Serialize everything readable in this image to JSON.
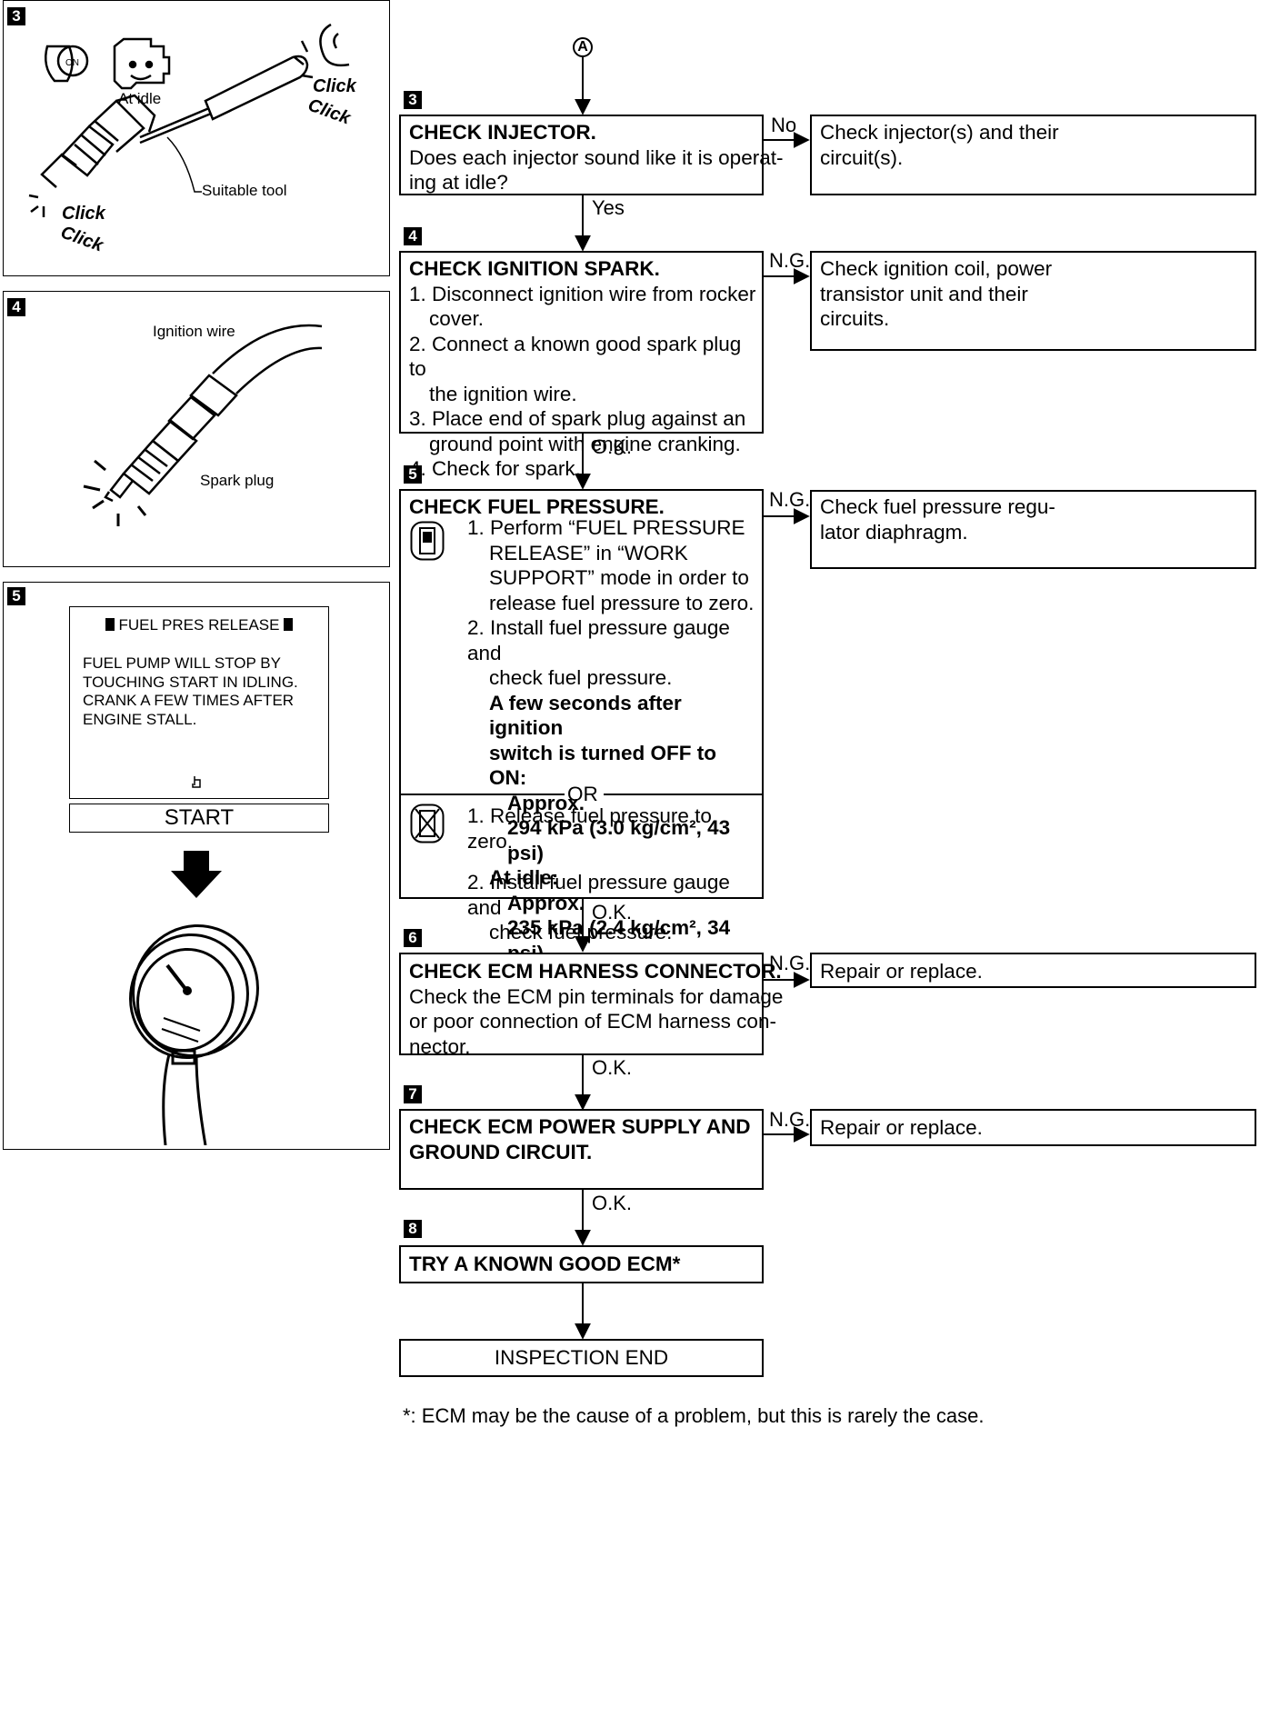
{
  "connector": "A",
  "steps": {
    "s3": "3",
    "s4": "4",
    "s5": "5",
    "s6": "6",
    "s7": "7",
    "s8": "8"
  },
  "left": {
    "panel3": {
      "at_idle": "At idle",
      "tool": "Suitable tool",
      "click1": "Click",
      "click2": "Click",
      "click3": "Click",
      "click4": "Click",
      "key_label": "ON"
    },
    "panel4": {
      "ignition_wire": "Ignition wire",
      "spark_plug": "Spark plug"
    },
    "panel5": {
      "screen_title": "FUEL PRES RELEASE",
      "screen_lines": [
        "FUEL PUMP WILL STOP BY",
        "TOUCHING START IN IDLING.",
        "CRANK A FEW TIMES AFTER",
        "ENGINE STALL."
      ],
      "start_button": "START"
    }
  },
  "flow": {
    "check_injector": {
      "title": "CHECK INJECTOR.",
      "lines": [
        "Does each injector sound like it is operat-",
        "ing at idle?"
      ]
    },
    "injector_no": "No",
    "injector_result": {
      "lines": [
        "Check injector(s) and their",
        "circuit(s)."
      ]
    },
    "yes": "Yes",
    "ignition": {
      "title": "CHECK IGNITION SPARK.",
      "items": [
        [
          "1. Disconnect ignition wire from rocker",
          "cover."
        ],
        [
          "2. Connect a known good spark plug to",
          "the ignition wire."
        ],
        [
          "3. Place end of spark plug against an",
          "ground point with engine cranking."
        ],
        [
          "4. Check for spark."
        ]
      ]
    },
    "ignition_ng": "N.G.",
    "ignition_result": {
      "lines": [
        "Check ignition coil, power",
        "transistor unit and their",
        "circuits."
      ]
    },
    "ok1": "O.K.",
    "fuel": {
      "title": "CHECK FUEL PRESSURE.",
      "a_items": [
        [
          "1. Perform “FUEL PRESSURE",
          "RELEASE” in “WORK",
          "SUPPORT” mode in order to",
          "release fuel pressure to zero."
        ],
        [
          "2. Install fuel pressure gauge and",
          "check fuel pressure."
        ]
      ],
      "spec_head": "A few seconds after ignition",
      "spec_head2": "switch is turned OFF to ON:",
      "approx1": "Approx.",
      "val1": "294 kPa (3.0 kg/cm², 43 psi)",
      "at_idle": "At idle:",
      "approx2": "Approx.",
      "val2": "235 kPa (2.4 kg/cm², 34 psi)",
      "or": "OR",
      "b_item1": "1. Release fuel pressure to zero.",
      "b_item2": [
        "2. Install fuel pressure gauge and",
        "check fuel pressure."
      ]
    },
    "fuel_ng": "N.G.",
    "fuel_result": {
      "lines": [
        "Check fuel pressure regu-",
        "lator diaphragm."
      ]
    },
    "ok2": "O.K.",
    "ecm_harness": {
      "title": "CHECK ECM HARNESS CONNECTOR.",
      "lines": [
        "Check the ECM pin terminals for damage",
        "or poor connection of ECM harness con-",
        "nector."
      ]
    },
    "harness_ng": "N.G.",
    "harness_result": "Repair or replace.",
    "ok3": "O.K.",
    "ecm_power": {
      "title1": "CHECK ECM POWER SUPPLY AND",
      "title2": "GROUND CIRCUIT."
    },
    "power_ng": "N.G.",
    "power_result": "Repair or replace.",
    "ok4": "O.K.",
    "try_ecm": "TRY A KNOWN GOOD ECM*",
    "end": "INSPECTION END"
  },
  "footnote": "*: ECM may be the cause of a problem, but this is rarely the case."
}
